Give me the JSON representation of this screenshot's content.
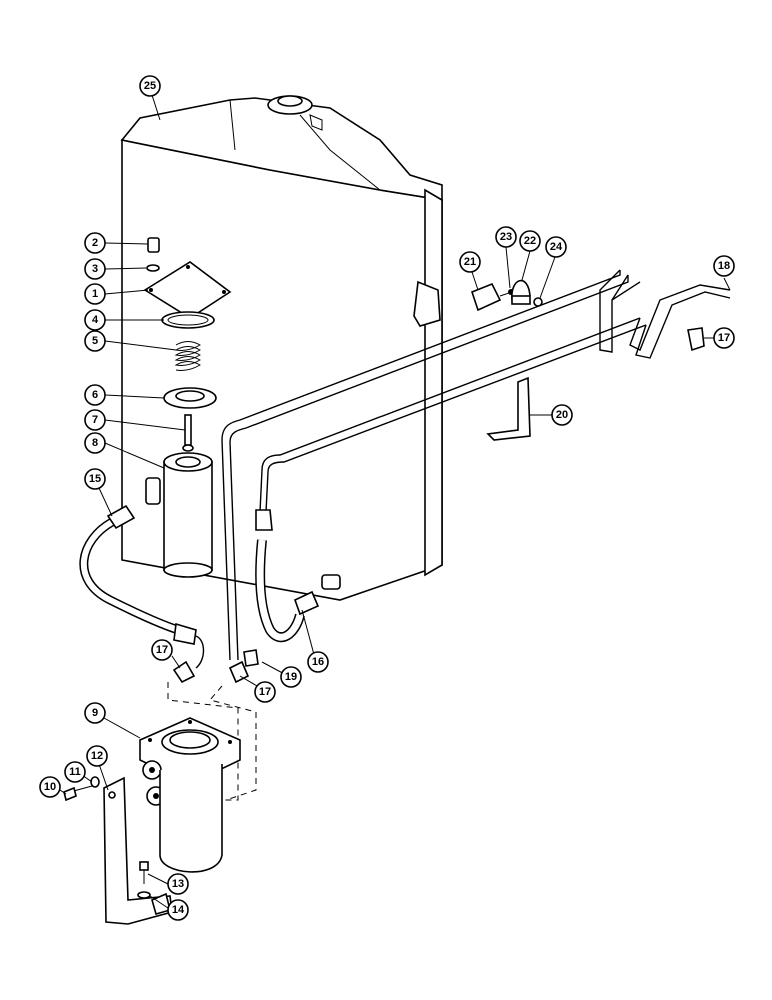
{
  "callouts": [
    {
      "id": "c1",
      "label": "1"
    },
    {
      "id": "c2",
      "label": "2"
    },
    {
      "id": "c3",
      "label": "3"
    },
    {
      "id": "c4",
      "label": "4"
    },
    {
      "id": "c5",
      "label": "5"
    },
    {
      "id": "c6",
      "label": "6"
    },
    {
      "id": "c7",
      "label": "7"
    },
    {
      "id": "c8",
      "label": "8"
    },
    {
      "id": "c9",
      "label": "9"
    },
    {
      "id": "c10",
      "label": "10"
    },
    {
      "id": "c11",
      "label": "11"
    },
    {
      "id": "c12",
      "label": "12"
    },
    {
      "id": "c13",
      "label": "13"
    },
    {
      "id": "c14",
      "label": "14"
    },
    {
      "id": "c15",
      "label": "15"
    },
    {
      "id": "c16",
      "label": "16"
    },
    {
      "id": "c17a",
      "label": "17"
    },
    {
      "id": "c17b",
      "label": "17"
    },
    {
      "id": "c17c",
      "label": "17"
    },
    {
      "id": "c18",
      "label": "18"
    },
    {
      "id": "c19",
      "label": "19"
    },
    {
      "id": "c20",
      "label": "20"
    },
    {
      "id": "c21",
      "label": "21"
    },
    {
      "id": "c22",
      "label": "22"
    },
    {
      "id": "c23",
      "label": "23"
    },
    {
      "id": "c24",
      "label": "24"
    },
    {
      "id": "c25",
      "label": "25"
    }
  ]
}
